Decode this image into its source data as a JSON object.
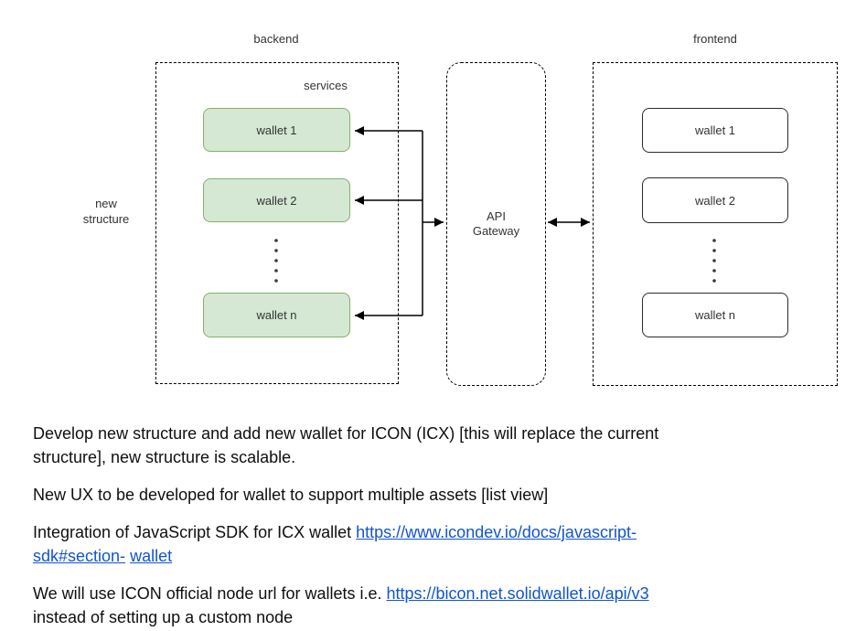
{
  "colors": {
    "wallet_fill": "#d5e8d4",
    "wallet_border": "#82b366",
    "frontend_wallet_border": "#2b2b2b",
    "link": "#1155cc",
    "diagram_text": "#333333",
    "body_text": "#0f0f0f",
    "line": "#000000"
  },
  "diagram": {
    "backend_label": "backend",
    "frontend_label": "frontend",
    "services_label": "services",
    "new_structure_label": "new structure",
    "api_gateway_label": "API Gateway",
    "backend_wallets": [
      "wallet 1",
      "wallet 2",
      "wallet n"
    ],
    "frontend_wallets": [
      "wallet 1",
      "wallet 2",
      "wallet n"
    ]
  },
  "notes": {
    "p1_line1": "Develop new structure and add new wallet for ICON (ICX) [this will replace the current",
    "p1_line2": "structure], new structure is scalable.",
    "p2": "New UX to be developed for wallet to support multiple assets [list view]",
    "p3_lead": "Integration of JavaScript SDK for ICX wallet ",
    "p3_link_line1": "https://www.icondev.io/docs/javascript-",
    "p3_link_line2": "sdk#section-",
    "p3_sep": " ",
    "p3_link_wallet": "wallet",
    "p4_lead": "We will use ICON official node url for wallets i.e. ",
    "p4_link": "https://bicon.net.solidwallet.io/api/v3",
    "p4_line2": "instead of setting up a custom node"
  }
}
